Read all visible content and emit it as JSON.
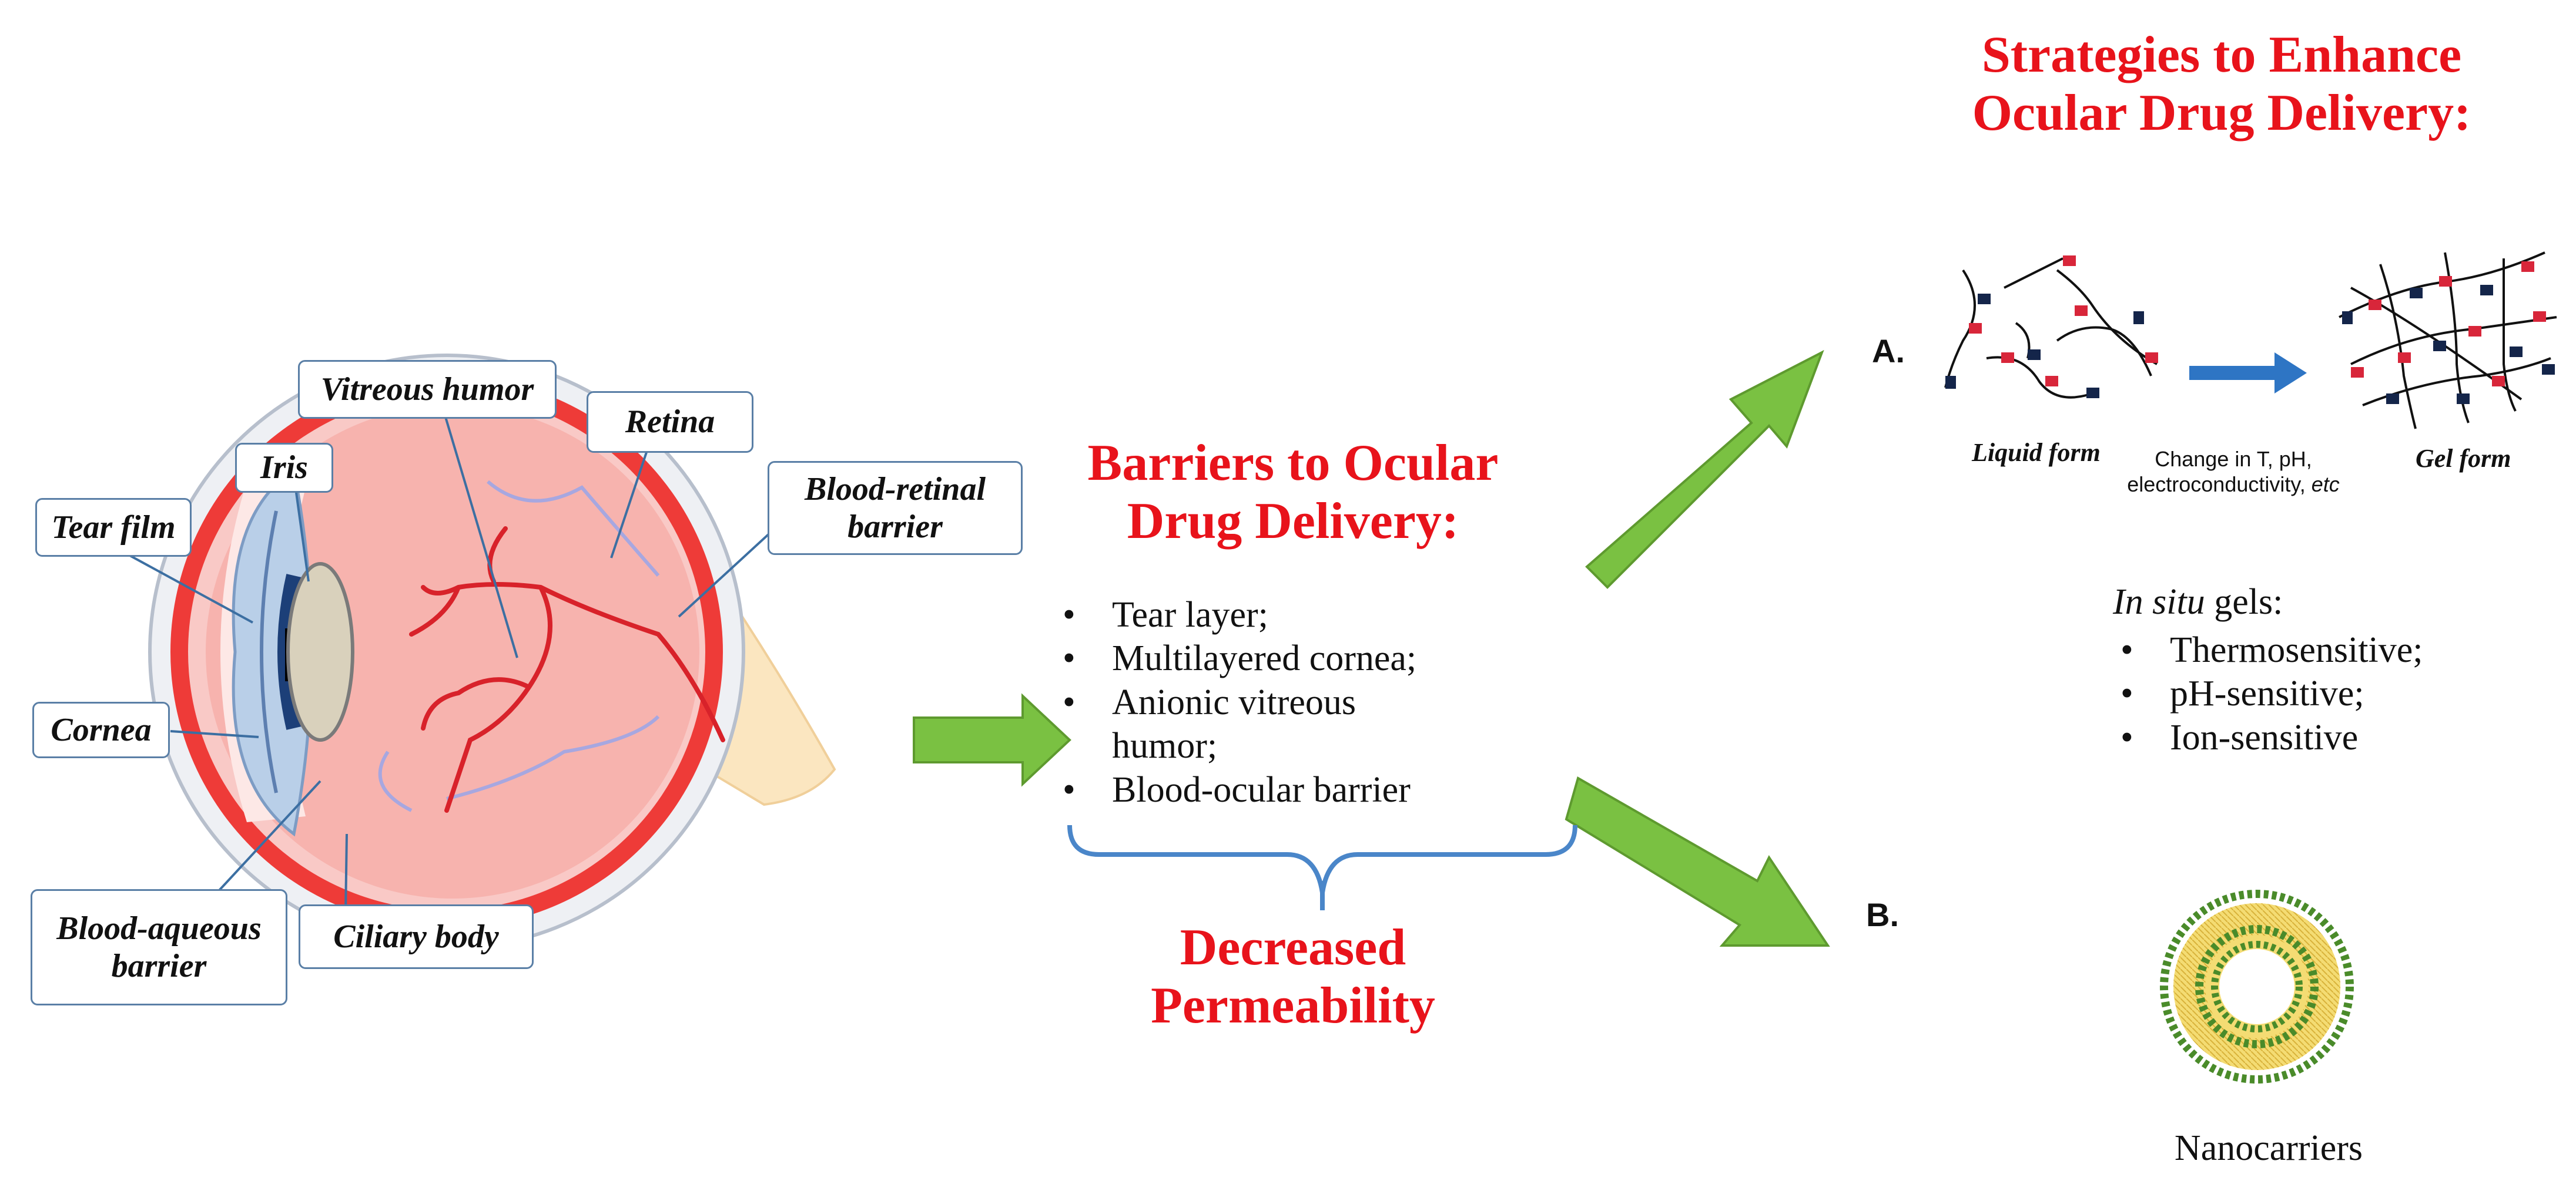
{
  "eye_labels": {
    "vitreous_humor": "Vitreous humor",
    "retina": "Retina",
    "iris": "Iris",
    "blood_retinal_barrier": "Blood-retinal barrier",
    "tear_film": "Tear film",
    "cornea": "Cornea",
    "blood_aqueous_barrier": "Blood-aqueous barrier",
    "ciliary_body": "Ciliary body"
  },
  "barriers": {
    "title": "Barriers to Ocular Drug Delivery:",
    "items": [
      "Tear layer;",
      "Multilayered cornea;",
      "Anionic vitreous humor;",
      "Blood-ocular barrier"
    ],
    "result": "Decreased Permeability"
  },
  "strategies": {
    "title": "Strategies to Enhance Ocular Drug Delivery:",
    "a": {
      "letter": "A.",
      "liquid_label": "Liquid form",
      "gel_label": "Gel form",
      "change_text_main": "Change in T, pH,",
      "change_text_line2": "electroconductivity,",
      "change_text_etc": "etc",
      "insitu_italic": "In situ",
      "insitu_rest": "gels:",
      "insitu_items": [
        "Thermosensitive;",
        "pH-sensitive;",
        "Ion-sensitive"
      ]
    },
    "b": {
      "letter": "B.",
      "caption": "Nanocarriers"
    }
  },
  "colors": {
    "heading_red": "#e8131b",
    "arrow_green": "#7ac142",
    "arrow_blue": "#2e75c4",
    "label_border": "#5a7fa6"
  }
}
